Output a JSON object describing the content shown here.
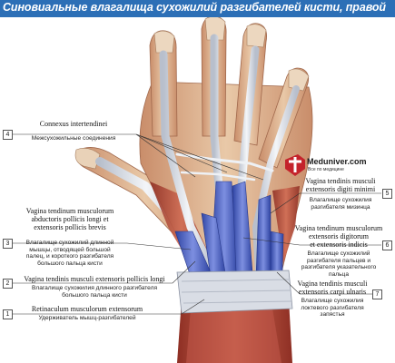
{
  "title": "Синовиальные влагалища сухожилий разгибателей кисти, правой",
  "watermark": {
    "name": "Meduniver.com",
    "tagline": "Все по медицине"
  },
  "labels": {
    "l4": {
      "num": "4",
      "lat": "Connexus intertendinei",
      "rus": "Межсухожильные соединения"
    },
    "l3": {
      "num": "3",
      "lat1": "Vagina tendinum musculorum",
      "lat2": "abductoris pollicis longi et",
      "lat3": "extensoris pollicis brevis",
      "rus1": "Влагалище сухожилий длинной",
      "rus2": "мышцы, отводящей большой",
      "rus3": "палец, и короткого разгибателя",
      "rus4": "большого пальца кисти"
    },
    "l2": {
      "num": "2",
      "lat": "Vagina tendinis musculi extensoris pollicis longi",
      "rus1": "Влагалище сухожилия длинного разгибателя",
      "rus2": "большого пальца кисти"
    },
    "l1": {
      "num": "1",
      "lat": "Retinaculum musculorum extensorum",
      "rus": "Удерживатель мышц-разгибателей"
    },
    "l5": {
      "num": "5",
      "lat1": "Vagina tendinis musculi",
      "lat2": "extensoris digiti minimi",
      "rus1": "Влагалище сухожилия",
      "rus2": "разгибателя мизинца"
    },
    "l6": {
      "num": "6",
      "lat1": "Vagina tendinum musculorum",
      "lat2": "extensoris digitorum",
      "lat3": "et extensoris indicis",
      "rus1": "Влагалище сухожилий",
      "rus2": "разгибателя пальцев и",
      "rus3": "разгибателя указательного",
      "rus4": "пальца"
    },
    "l7": {
      "num": "7",
      "lat1": "Vagina tendinis musculi",
      "lat2": "extensoris carpi ulnaris",
      "rus1": "Влагалище сухожилия",
      "rus2": "локтевого разгибателя",
      "rus3": "запястья"
    }
  },
  "colors": {
    "title_bg": "#2c6fb6",
    "skin": "#e7c7a6",
    "muscle": "#b44a3c",
    "tendon": "#dfe3ea",
    "sheath": "#4c64c7",
    "leader": "#333333"
  }
}
